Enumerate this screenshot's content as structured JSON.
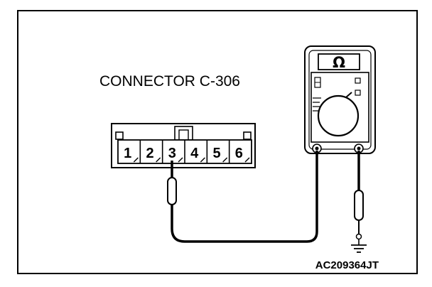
{
  "connector": {
    "label": "CONNECTOR C-306",
    "pins": [
      "1",
      "2",
      "3",
      "4",
      "5",
      "6"
    ],
    "probed_pin": "3"
  },
  "meter": {
    "display_symbol": "Ω"
  },
  "figure_code": "AC209364JT"
}
